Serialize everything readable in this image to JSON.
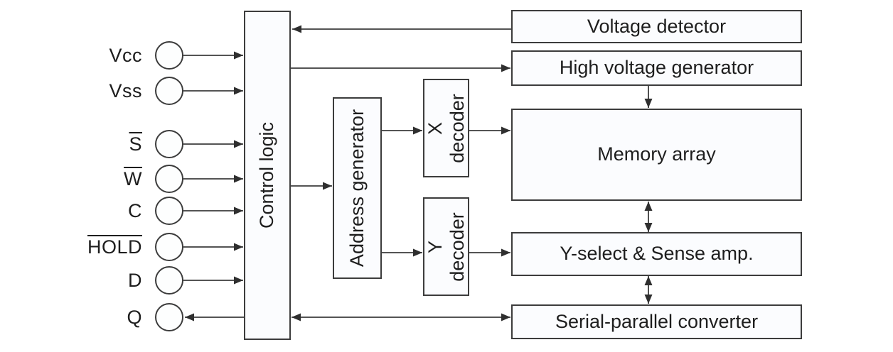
{
  "diagram": {
    "type": "functional-block-diagram",
    "colors": {
      "background": "#ffffff",
      "box_fill": "#fbfcfe",
      "line": "#3c3c3c",
      "text": "#1e1e1e"
    },
    "pins": [
      {
        "label": "Vcc",
        "overline": false,
        "direction": "input"
      },
      {
        "label": "Vss",
        "overline": false,
        "direction": "input"
      },
      {
        "label": "S",
        "overline": true,
        "direction": "input"
      },
      {
        "label": "W",
        "overline": true,
        "direction": "input"
      },
      {
        "label": "C",
        "overline": false,
        "direction": "input"
      },
      {
        "label": "HOLD",
        "overline": true,
        "direction": "input"
      },
      {
        "label": "D",
        "overline": false,
        "direction": "input"
      },
      {
        "label": "Q",
        "overline": false,
        "direction": "output"
      }
    ],
    "blocks": {
      "control_logic": {
        "label": "Control logic",
        "orientation": "vertical"
      },
      "address_generator": {
        "label": "Address generator",
        "orientation": "vertical"
      },
      "x_decoder": {
        "line1": "X",
        "line2": "decoder",
        "orientation": "vertical"
      },
      "y_decoder": {
        "line1": "Y",
        "line2": "decoder",
        "orientation": "vertical"
      },
      "voltage_detector": {
        "label": "Voltage detector"
      },
      "high_voltage_generator": {
        "label": "High voltage generator"
      },
      "memory_array": {
        "label": "Memory array"
      },
      "y_select_sense_amp": {
        "label": "Y-select & Sense amp."
      },
      "serial_parallel_converter": {
        "label": "Serial-parallel converter"
      }
    },
    "connections": [
      {
        "from": "Voltage detector",
        "to": "Control logic",
        "type": "arrow"
      },
      {
        "from": "Control logic",
        "to": "High voltage generator",
        "type": "arrow"
      },
      {
        "from": "High voltage generator",
        "to": "Memory array",
        "type": "arrow"
      },
      {
        "from": "Control logic",
        "to": "Address generator",
        "type": "arrow"
      },
      {
        "from": "Address generator",
        "to": "X decoder",
        "type": "arrow"
      },
      {
        "from": "X decoder",
        "to": "Memory array",
        "type": "arrow"
      },
      {
        "from": "Address generator",
        "to": "Y decoder",
        "type": "arrow"
      },
      {
        "from": "Y decoder",
        "to": "Y-select & Sense amp.",
        "type": "arrow"
      },
      {
        "from": "Memory array",
        "to": "Y-select & Sense amp.",
        "type": "bidirectional"
      },
      {
        "from": "Y-select & Sense amp.",
        "to": "Serial-parallel converter",
        "type": "bidirectional"
      },
      {
        "from": "Control logic",
        "to": "Serial-parallel converter",
        "type": "bidirectional"
      },
      {
        "from": "Vcc",
        "to": "Control logic",
        "type": "arrow"
      },
      {
        "from": "Vss",
        "to": "Control logic",
        "type": "arrow"
      },
      {
        "from": "S",
        "to": "Control logic",
        "type": "arrow"
      },
      {
        "from": "W",
        "to": "Control logic",
        "type": "arrow"
      },
      {
        "from": "C",
        "to": "Control logic",
        "type": "arrow"
      },
      {
        "from": "HOLD",
        "to": "Control logic",
        "type": "arrow"
      },
      {
        "from": "D",
        "to": "Control logic",
        "type": "arrow"
      },
      {
        "from": "Control logic",
        "to": "Q",
        "type": "arrow"
      }
    ]
  }
}
